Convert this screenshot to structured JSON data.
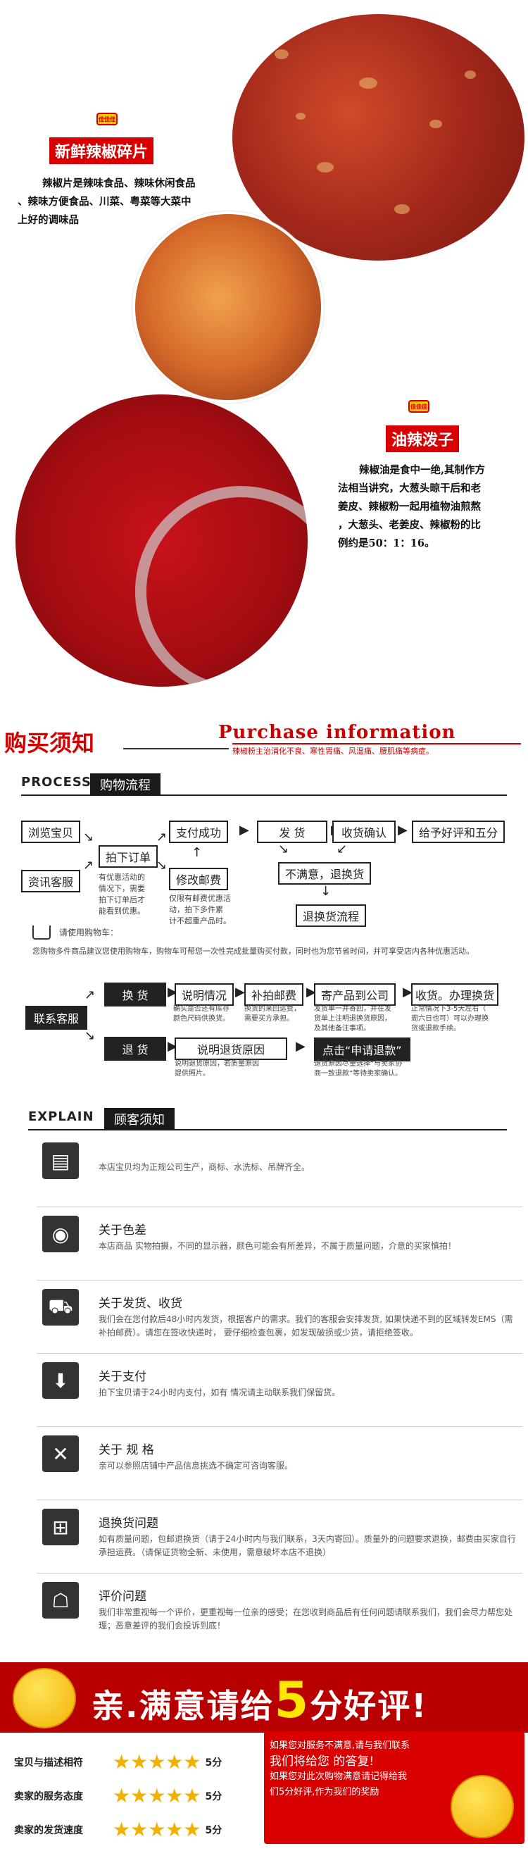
{
  "products": {
    "p1": {
      "title": "新鲜辣椒碎片",
      "logo": "佳佳佳",
      "desc": [
        "辣椒片是辣味食品、辣味休闲食品",
        "、辣味方便食品、川菜、粤菜等大菜中",
        "上好的调味品"
      ]
    },
    "p2": {
      "title": "油辣泼子",
      "logo": "佳佳佳",
      "desc": [
        "辣椒油是食中一绝,其制作方",
        "法相当讲究，大葱头晾干后和老",
        "姜皮、辣椒粉一起用植物油煎熬",
        "，大葱头、老姜皮、辣椒粉的比",
        "例约是50：1：16。"
      ]
    }
  },
  "purchase": {
    "title_cn": "购买须知",
    "title_en": "Purchase information",
    "subtitle": "辣椒粉主治消化不良、寒性胃痛、风湿痛、腰肌痛等病症。"
  },
  "process": {
    "label": "PROCESS",
    "title": "购物流程",
    "browse": "浏览宝贝",
    "consult": "资讯客服",
    "order": "拍下订单",
    "order_note": [
      "有优惠活动的",
      "情况下，需要",
      "拍下订单后才",
      "能看到优惠。"
    ],
    "paid": "支付成功",
    "edit_postage": "修改邮费",
    "edit_note": [
      "仅限有邮费优惠活",
      "动，拍下多件累",
      "计不超重产品时。"
    ],
    "ship": "发 货",
    "receive": "收货确认",
    "review": "给予好评和五分",
    "unsatisfied": "不满意，退换货",
    "return_flow": "退换货流程",
    "cart_label": "请使用购物车：",
    "cart_note": "您购物多件商品建议您使用购物车，购物车可帮您一次性完成批量购买付款，同时也为您节省时间，并可享受店内各种优惠活动。",
    "contact": "联系客服",
    "exchange": "换 货",
    "explain_situation": "说明情况",
    "situation_note": [
      "确实是否还有库存",
      "颜色尺码供换货。"
    ],
    "pay_postage": "补拍邮费",
    "postage_note": [
      "换货的来回运费，",
      "需要买方承担。"
    ],
    "send_company": "寄产品到公司",
    "send_note": [
      "发货单一并寄回，并在发",
      "货单上注明退换货原因，",
      "及其他备注事项。"
    ],
    "receive_exchange": "收货。办理换货",
    "receive_note": [
      "正常情况下3-5天左右（",
      "周六日也可）可以办理换",
      "货或退款手续。"
    ],
    "refund": "退 货",
    "refund_reason": "说明退货原因",
    "refund_note": [
      "说明退货原因，若质量原因",
      "提供照片。"
    ],
    "apply_refund": "点击“申请退款”",
    "apply_note": [
      "退货原因尽量选择“与卖家协",
      "商一致退款”等待卖家确认。"
    ]
  },
  "explain": {
    "label": "EXPLAIN",
    "title": "顾客须知",
    "items": [
      {
        "icon": "certificate-icon",
        "title": "",
        "text": "本店宝贝均为正规公司生产，商标、水洗标、吊牌齐全。"
      },
      {
        "icon": "camera-icon",
        "title": "关于色差",
        "text": "本店商品       实物拍摄，不同的显示器，颜色可能会有所差异，不属于质量问题，介意的买家慎拍！"
      },
      {
        "icon": "truck-icon",
        "title": "关于发货、收货",
        "text": "我们会在您付款后48小时内发货，根据客户的需求。我们的客服会安排发货, 如果快递不到的区域转发EMS（需补拍邮费）。请您在签收快递时，        要仔细检查包裹，如发现破损或少货，请拒绝签收。"
      },
      {
        "icon": "payment-icon",
        "title": "关于支付",
        "text": "拍下宝贝请于24小时内支付，如有      情况请主动联系我们保留货。"
      },
      {
        "icon": "size-icon",
        "title": "关于 规 格",
        "text": "亲可以参照店铺中产品信息挑选不确定可咨询客服。"
      },
      {
        "icon": "gift-icon",
        "title": "退换货问题",
        "text": "如有质量问题，包邮退换货（请于24小时内与我们联系，3天内寄回）。质量外的问题要求退换，邮费由买家自行承担运费。（请保证货物全新、未使用，需意破坏本店不退换）"
      },
      {
        "icon": "review-icon",
        "title": "评价问题",
        "text": "我们非常重视每一个评价，更重视每一位亲的感受；在您收到商品后有任何问题请联系我们，我们会尽力帮您处理；恶意差评的我们会投诉到底！"
      }
    ]
  },
  "banner": {
    "prefix": "亲.满意请给",
    "five": "5",
    "suffix": "分好评!"
  },
  "ratings": [
    {
      "label": "宝贝与描述相符",
      "score": "5分"
    },
    {
      "label": "卖家的服务态度",
      "score": "5分"
    },
    {
      "label": "卖家的发货速度",
      "score": "5分"
    }
  ],
  "cta": {
    "text": [
      "如果您对服务不满意,请与我们联系",
      "我们将给您        的答复!",
      "如果您对此次购物满意请记得给我",
      "们5分好评,作为我们的奖励"
    ]
  }
}
